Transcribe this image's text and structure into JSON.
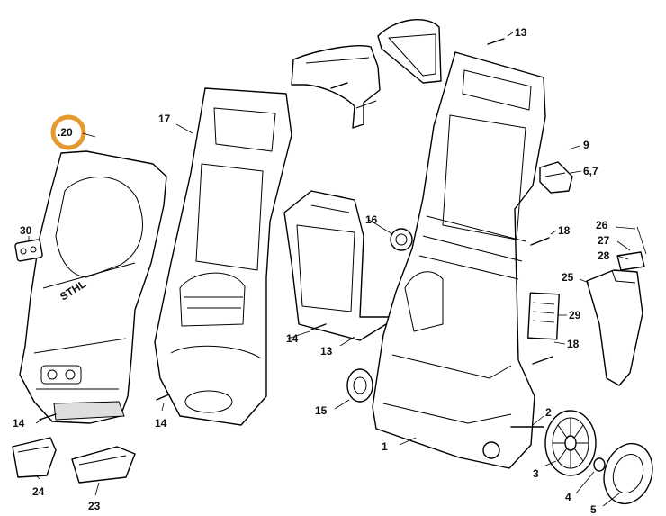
{
  "diagram": {
    "brand_label": "STHL",
    "highlight_color": "#e59a2e",
    "callouts": {
      "c1": "1",
      "c2": "2",
      "c3": "3",
      "c4": "4",
      "c5": "5",
      "c67": "6,7",
      "c9": "9",
      "c13a": "13",
      "c13b": "13",
      "c14a": "14",
      "c14b": "14",
      "c14c": "14",
      "c15": "15",
      "c16": "16",
      "c17": "17",
      "c18a": "18",
      "c18b": "18",
      "c20": ".20",
      "c23": "23",
      "c24": "24",
      "c25": "25",
      "c26": "26",
      "c27": "27",
      "c28": "28",
      "c29": "29",
      "c30": "30"
    }
  }
}
